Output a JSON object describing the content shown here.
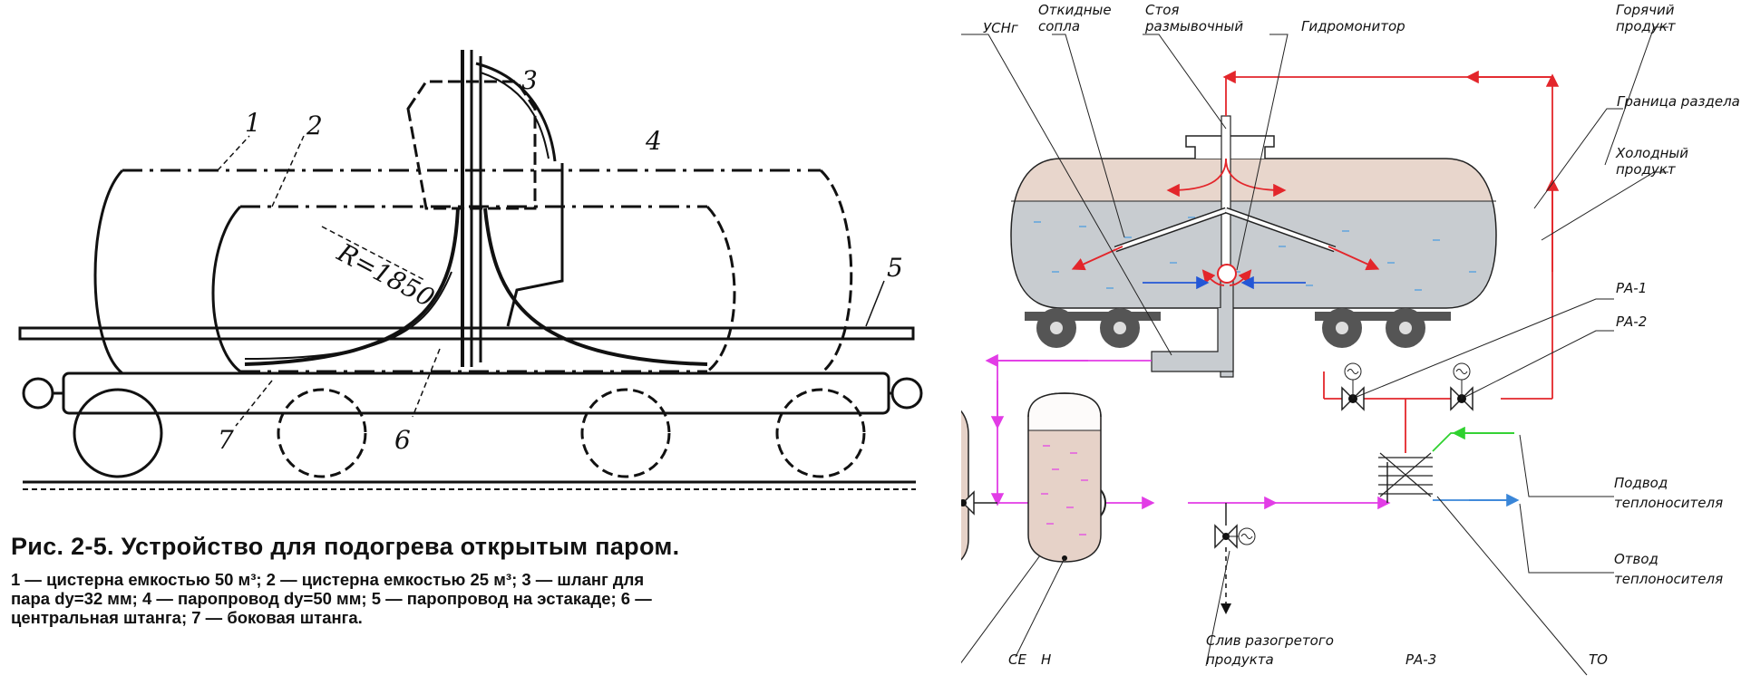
{
  "left_figure": {
    "numbers": [
      "1",
      "2",
      "3",
      "4",
      "5",
      "6",
      "7"
    ],
    "radius_label": "R=1850",
    "caption_title": "Рис. 2-5. Устройство для подогрева открытым паром.",
    "caption_lines": [
      "1 — цистерна емкостью 50 м³; 2 — цистерна емкостью 25 м³; 3 — шланг для",
      "пара dу=32 мм; 4 — паропровод dу=50 мм; 5 — паропровод на эстакаде; 6 —",
      "центральная штанга; 7 — боковая штанга."
    ]
  },
  "right_figure": {
    "labels": {
      "usn": "УСНг",
      "otkidnye_1": "Откидные",
      "otkidnye_2": "сопла",
      "stoyak_1": "Стоя",
      "stoyak_2": "размывочный",
      "gidromonitor": "Гидромонитор",
      "goryachiy_1": "Горячий",
      "goryachiy_2": "продукт",
      "granitsa": "Граница раздела",
      "kholodny_1": "Холодный",
      "kholodny_2": "продукт",
      "ra1": "РА-1",
      "ra2": "РА-2",
      "podvod_1": "Подвод",
      "podvod_2": "теплоносителя",
      "otvod_1": "Отвод",
      "otvod_2": "теплоносителя",
      "sliv_1": "Слив разогретого",
      "sliv_2": "продукта",
      "ra3": "РА-3",
      "to": "ТО",
      "ce": "СЕ",
      "n": "Н"
    },
    "colors": {
      "hot_flow": "#e3262b",
      "pump_flow": "#e23ce6",
      "cold_flow": "#2457d6",
      "heat_in": "#2fd12f",
      "heat_out": "#3a86d8",
      "hot_layer": "#e8d6cc",
      "cold_layer": "#c8ccd0",
      "tank_bg": "#e6d2c8",
      "wheel": "#555555"
    }
  }
}
